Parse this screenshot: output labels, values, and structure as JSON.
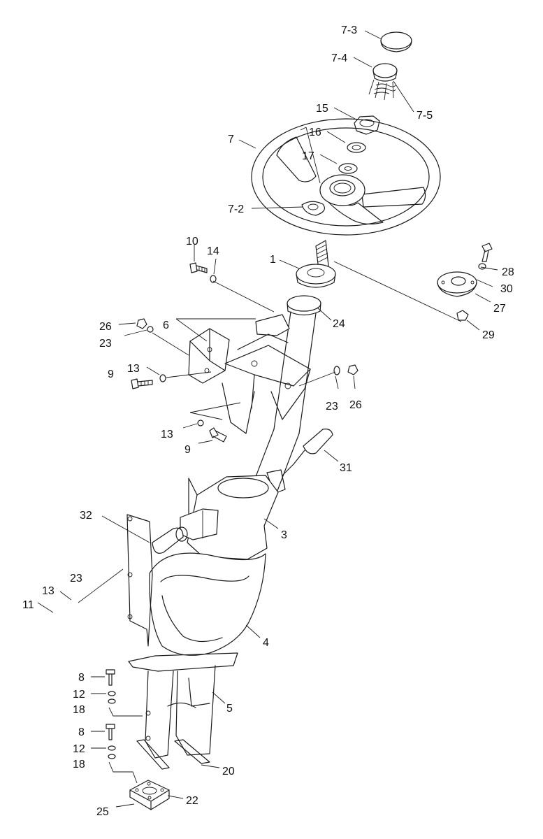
{
  "callouts": [
    {
      "id": "c-7-3",
      "label": "7-3"
    },
    {
      "id": "c-7-4",
      "label": "7-4"
    },
    {
      "id": "c-7-5",
      "label": "7-5"
    },
    {
      "id": "c-15",
      "label": "15"
    },
    {
      "id": "c-16",
      "label": "16"
    },
    {
      "id": "c-17",
      "label": "17"
    },
    {
      "id": "c-7",
      "label": "7"
    },
    {
      "id": "c-7-2",
      "label": "7-2"
    },
    {
      "id": "c-10",
      "label": "10"
    },
    {
      "id": "c-14",
      "label": "14"
    },
    {
      "id": "c-1",
      "label": "1"
    },
    {
      "id": "c-28",
      "label": "28"
    },
    {
      "id": "c-30",
      "label": "30"
    },
    {
      "id": "c-27",
      "label": "27"
    },
    {
      "id": "c-29",
      "label": "29"
    },
    {
      "id": "c-24",
      "label": "24"
    },
    {
      "id": "c-26a",
      "label": "26"
    },
    {
      "id": "c-6",
      "label": "6"
    },
    {
      "id": "c-23a",
      "label": "23"
    },
    {
      "id": "c-9a",
      "label": "9"
    },
    {
      "id": "c-13a",
      "label": "13"
    },
    {
      "id": "c-23b",
      "label": "23"
    },
    {
      "id": "c-26b",
      "label": "26"
    },
    {
      "id": "c-13b",
      "label": "13"
    },
    {
      "id": "c-9b",
      "label": "9"
    },
    {
      "id": "c-31",
      "label": "31"
    },
    {
      "id": "c-32",
      "label": "32"
    },
    {
      "id": "c-3",
      "label": "3"
    },
    {
      "id": "c-23c",
      "label": "23"
    },
    {
      "id": "c-13c",
      "label": "13"
    },
    {
      "id": "c-11",
      "label": "11"
    },
    {
      "id": "c-4",
      "label": "4"
    },
    {
      "id": "c-8a",
      "label": "8"
    },
    {
      "id": "c-12a",
      "label": "12"
    },
    {
      "id": "c-18a",
      "label": "18"
    },
    {
      "id": "c-5",
      "label": "5"
    },
    {
      "id": "c-8b",
      "label": "8"
    },
    {
      "id": "c-12b",
      "label": "12"
    },
    {
      "id": "c-18b",
      "label": "18"
    },
    {
      "id": "c-20",
      "label": "20"
    },
    {
      "id": "c-22",
      "label": "22"
    },
    {
      "id": "c-25",
      "label": "25"
    }
  ]
}
